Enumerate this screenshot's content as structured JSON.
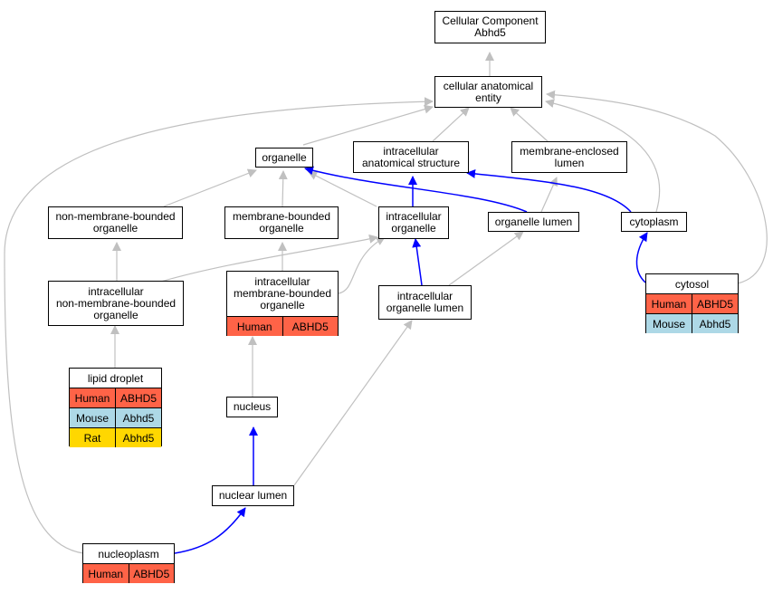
{
  "colors": {
    "human": "#ff6347",
    "mouse": "#add8e6",
    "rat": "#ffd700",
    "edge_gray": "#c0c0c0",
    "edge_blue": "#0000ff"
  },
  "nodes": {
    "root": {
      "line1": "Cellular Component",
      "line2": "Abhd5"
    },
    "cae": {
      "line1": "cellular anatomical",
      "line2": "entity"
    },
    "organelle": {
      "line1": "organelle"
    },
    "ias": {
      "line1": "intracellular",
      "line2": "anatomical structure"
    },
    "mel": {
      "line1": "membrane-enclosed",
      "line2": "lumen"
    },
    "nmbo": {
      "line1": "non-membrane-bounded",
      "line2": "organelle"
    },
    "mbo": {
      "line1": "membrane-bounded",
      "line2": "organelle"
    },
    "io": {
      "line1": "intracellular",
      "line2": "organelle"
    },
    "ol": {
      "line1": "organelle lumen"
    },
    "cytoplasm": {
      "line1": "cytoplasm"
    },
    "inmbo": {
      "line1": "intracellular",
      "line2": "non-membrane-bounded",
      "line3": "organelle"
    },
    "imbo": {
      "line1": "intracellular",
      "line2": "membrane-bounded",
      "line3": "organelle",
      "rows": [
        {
          "species": "Human",
          "gene": "ABHD5"
        }
      ]
    },
    "iol": {
      "line1": "intracellular",
      "line2": "organelle lumen"
    },
    "cytosol": {
      "title": "cytosol",
      "rows": [
        {
          "species": "Human",
          "gene": "ABHD5"
        },
        {
          "species": "Mouse",
          "gene": "Abhd5"
        }
      ]
    },
    "ld": {
      "title": "lipid droplet",
      "rows": [
        {
          "species": "Human",
          "gene": "ABHD5"
        },
        {
          "species": "Mouse",
          "gene": "Abhd5"
        },
        {
          "species": "Rat",
          "gene": "Abhd5"
        }
      ]
    },
    "nucleus": {
      "line1": "nucleus"
    },
    "nl": {
      "line1": "nuclear lumen"
    },
    "np": {
      "title": "nucleoplasm",
      "rows": [
        {
          "species": "Human",
          "gene": "ABHD5"
        }
      ]
    }
  }
}
